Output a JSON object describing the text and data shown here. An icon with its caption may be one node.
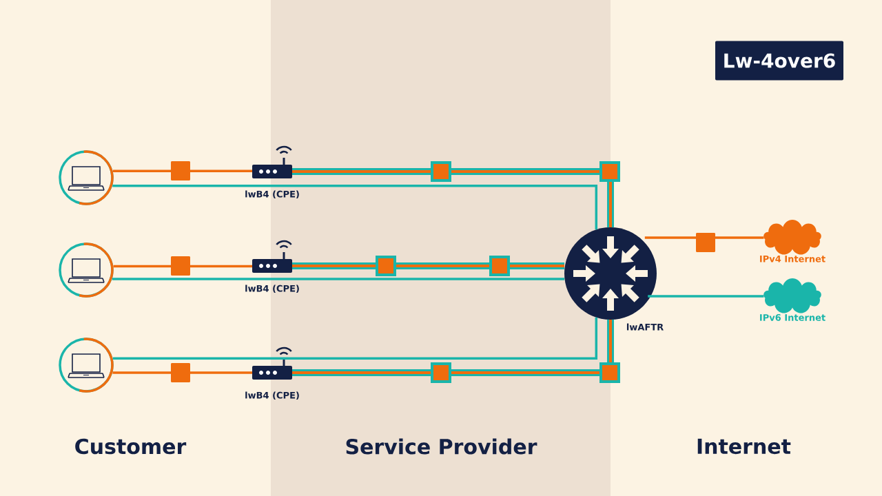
{
  "diagram": {
    "title": "Lw-4over6",
    "nodes": [
      {
        "text": [],
        "shape": "circle"
      },
      {
        "text": [],
        "shape": "circle"
      },
      {
        "text": [],
        "shape": "circle"
      },
      {
        "text": [
          "lwB4 (CPE)"
        ]
      },
      {
        "text": [
          "lwB4 (CPE)"
        ]
      },
      {
        "text": [
          "lwB4 (CPE)"
        ]
      },
      {
        "text": [
          "lwAFTR"
        ]
      },
      {
        "text": [
          "IPv4 Internet"
        ]
      },
      {
        "text": [
          "IPv6 Internet"
        ]
      }
    ],
    "edges": [
      {
        "from": 0,
        "to": 3,
        "arrow": "none",
        "color": "#ef6c0e"
      },
      {
        "from": 0,
        "to": 6,
        "arrow": "none",
        "color": "#1ab5aa"
      },
      {
        "from": 3,
        "to": 6,
        "arrow": "none",
        "style": "thick"
      },
      {
        "from": 1,
        "to": 4,
        "arrow": "none",
        "color": "#ef6c0e"
      },
      {
        "from": 1,
        "to": 6,
        "arrow": "none",
        "color": "#1ab5aa"
      },
      {
        "from": 4,
        "to": 6,
        "arrow": "none",
        "style": "thick"
      },
      {
        "from": 2,
        "to": 6,
        "arrow": "none",
        "color": "#1ab5aa"
      },
      {
        "from": 2,
        "to": 5,
        "arrow": "none",
        "color": "#ef6c0e"
      },
      {
        "from": 5,
        "to": 6,
        "arrow": "none",
        "style": "thick"
      },
      {
        "from": 6,
        "to": 7,
        "arrow": "none",
        "color": "#ef6c0e"
      },
      {
        "from": 6,
        "to": 8,
        "arrow": "none",
        "color": "#1ab5aa"
      }
    ],
    "labels": [
      "Customer",
      "Service Provider",
      "Internet"
    ]
  }
}
